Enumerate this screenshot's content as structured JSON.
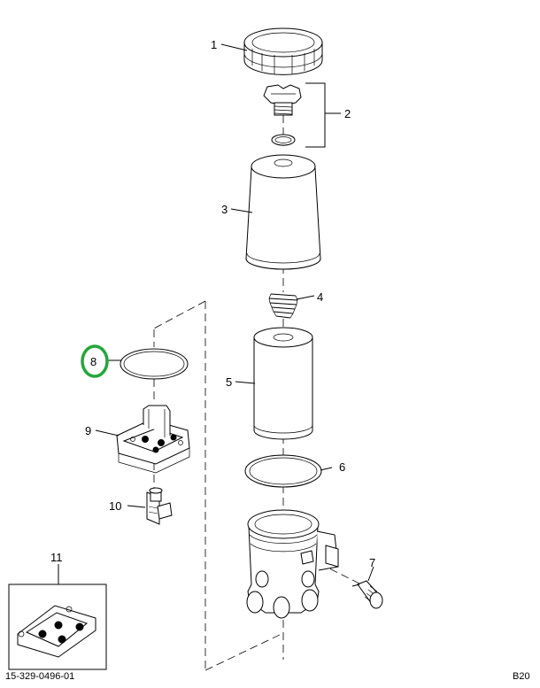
{
  "callouts": {
    "c1": "1",
    "c2": "2",
    "c3": "3",
    "c4": "4",
    "c5": "5",
    "c6": "6",
    "c7": "7",
    "c8": "8",
    "c9": "9",
    "c10": "10",
    "c11": "11"
  },
  "footer": {
    "left": "15-329-0496-01",
    "right": "B20"
  },
  "colors": {
    "highlight": "#22a83a",
    "ink": "#000000"
  }
}
